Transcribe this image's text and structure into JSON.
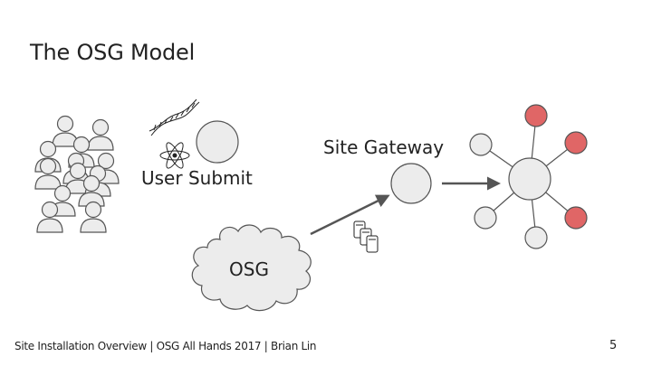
{
  "slide": {
    "title": "The OSG Model",
    "labels": {
      "user_submit": "User Submit",
      "site_gateway": "Site Gateway",
      "osg": "OSG"
    },
    "footer": "Site Installation Overview | OSG All Hands 2017 | Brian Lin",
    "page_number": "5"
  },
  "colors": {
    "node_fill": "#ececec",
    "node_stroke": "#555555",
    "worker_busy": "#e06666",
    "arrow": "#555555"
  },
  "icons": [
    "people-group-icon",
    "dna-icon",
    "atom-icon",
    "job-documents-icon",
    "cloud-shape"
  ]
}
